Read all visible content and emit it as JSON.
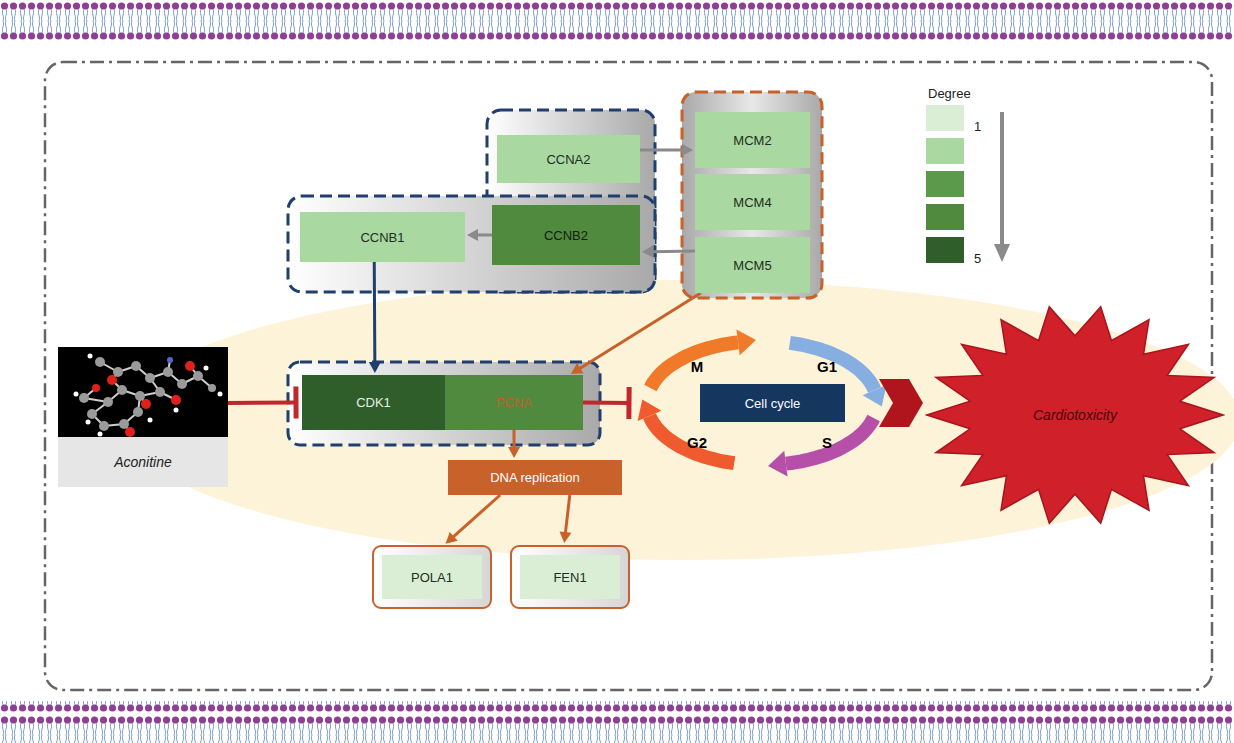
{
  "diagram": {
    "nodes": [
      {
        "text": [
          "CCNA2"
        ]
      },
      {
        "text": [
          "CCNB1"
        ]
      },
      {
        "text": [
          "CCNB2"
        ]
      },
      {
        "text": [
          "MCM2"
        ]
      },
      {
        "text": [
          "MCM4"
        ]
      },
      {
        "text": [
          "MCM5"
        ]
      },
      {
        "text": [
          "Aconitine"
        ]
      },
      {
        "text": [
          "CDK1"
        ]
      },
      {
        "text": [
          "PCNA"
        ]
      },
      {
        "text": [
          "Cell cycle"
        ]
      },
      {
        "text": [
          "DNA replication"
        ]
      },
      {
        "text": [
          "POLA1"
        ]
      },
      {
        "text": [
          "FEN1"
        ]
      },
      {
        "text": [
          "Cardiotoxicity"
        ]
      }
    ],
    "edges": [
      {
        "from": 0,
        "to": 3,
        "arrow": "to"
      },
      {
        "from": 5,
        "to": 2,
        "arrow": "to"
      },
      {
        "from": 2,
        "to": 1,
        "arrow": "to"
      },
      {
        "from": 1,
        "to": 7,
        "arrow": "to"
      },
      {
        "from": 5,
        "to": 8,
        "arrow": "to"
      },
      {
        "from": 6,
        "to": 7,
        "arrow": "to"
      },
      {
        "from": 8,
        "to": 9,
        "arrow": "to"
      },
      {
        "from": 8,
        "to": 10,
        "arrow": "to"
      },
      {
        "from": 10,
        "to": 11,
        "arrow": "to"
      },
      {
        "from": 10,
        "to": 12,
        "arrow": "to"
      },
      {
        "from": 9,
        "to": 13,
        "arrow": "to"
      }
    ],
    "labels": [
      "M",
      "G1",
      "S",
      "G2",
      "Degree"
    ],
    "legend": [
      {
        "text": "1",
        "color": "#d9eed5"
      },
      {
        "text": "5",
        "color": "#2f5e2a"
      }
    ]
  }
}
